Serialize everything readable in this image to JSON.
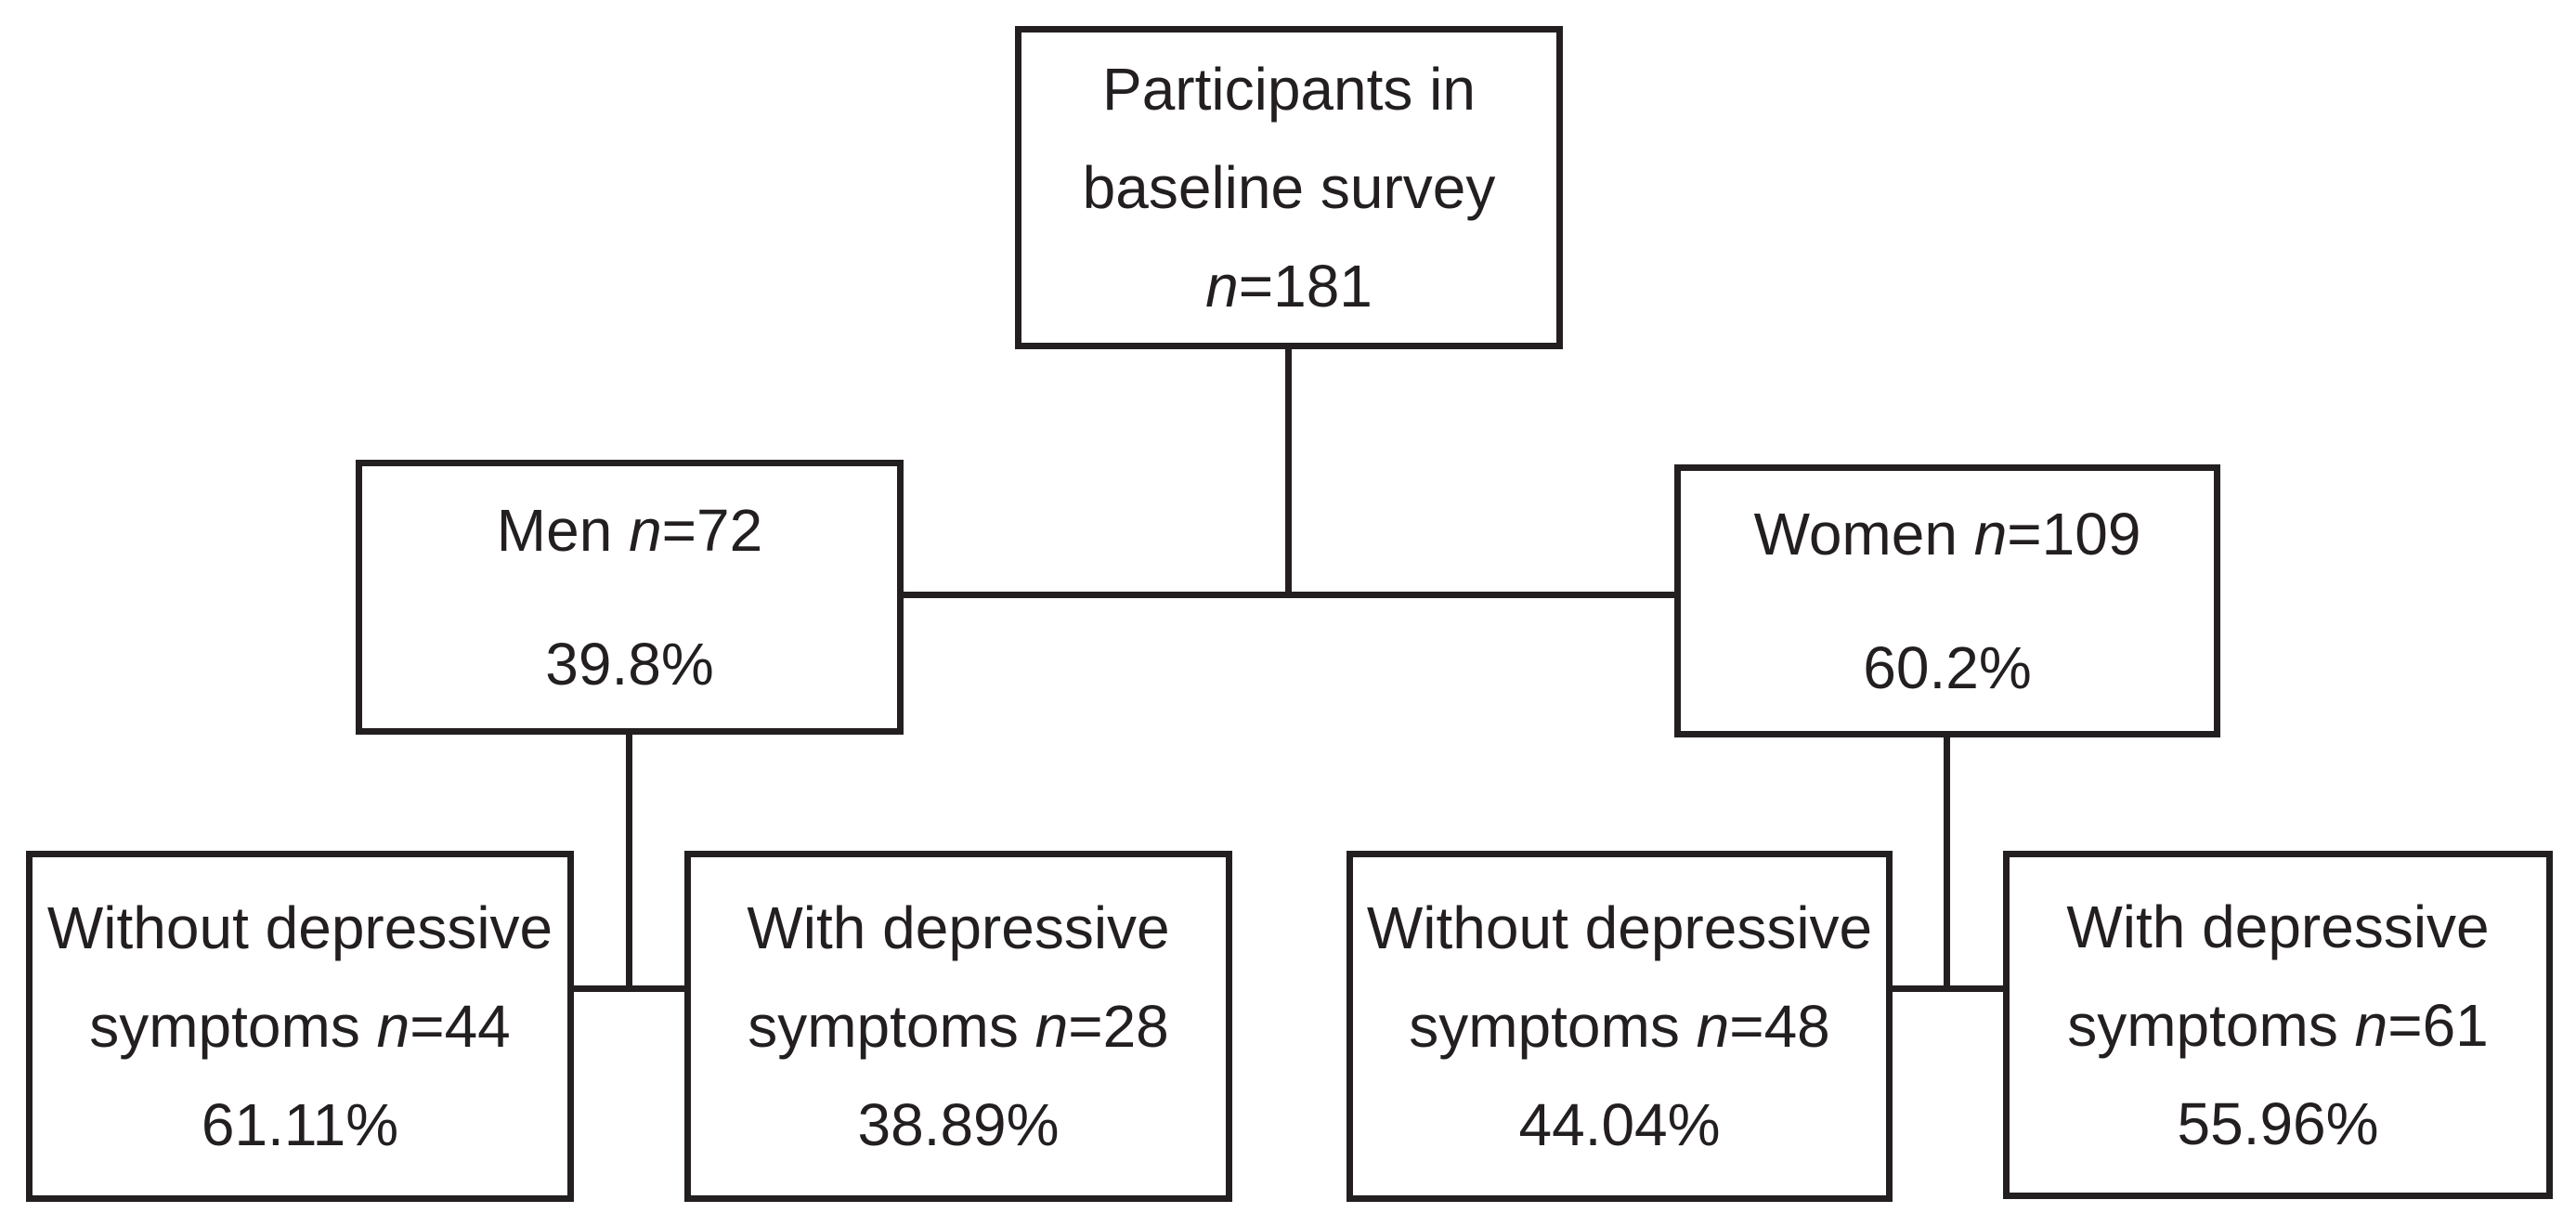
{
  "figure": {
    "background": "#ffffff",
    "ink": "#231f20"
  },
  "boxes": {
    "participants": {
      "lines": [
        [
          {
            "t": "Participants in"
          }
        ],
        [
          {
            "t": "baseline survey"
          }
        ],
        [
          {
            "t": "n",
            "i": true
          },
          {
            "t": "=181"
          }
        ]
      ]
    },
    "men": {
      "lines": [
        [
          {
            "t": "Men "
          },
          {
            "t": "n",
            "i": true
          },
          {
            "t": "=72"
          }
        ],
        [
          {
            "t": "39.8%"
          }
        ]
      ]
    },
    "women": {
      "lines": [
        [
          {
            "t": "Women "
          },
          {
            "t": "n",
            "i": true
          },
          {
            "t": "=109"
          }
        ],
        [
          {
            "t": "60.2%"
          }
        ]
      ]
    },
    "men_without": {
      "lines": [
        [
          {
            "t": "Without depressive"
          }
        ],
        [
          {
            "t": "symptoms "
          },
          {
            "t": "n",
            "i": true
          },
          {
            "t": "=44"
          }
        ],
        [
          {
            "t": "61.11%"
          }
        ]
      ]
    },
    "men_with": {
      "lines": [
        [
          {
            "t": "With depressive"
          }
        ],
        [
          {
            "t": "symptoms "
          },
          {
            "t": "n",
            "i": true
          },
          {
            "t": "=28"
          }
        ],
        [
          {
            "t": "38.89%"
          }
        ]
      ]
    },
    "women_without": {
      "lines": [
        [
          {
            "t": "Without depressive"
          }
        ],
        [
          {
            "t": "symptoms "
          },
          {
            "t": "n",
            "i": true
          },
          {
            "t": "=48"
          }
        ],
        [
          {
            "t": "44.04%"
          }
        ]
      ]
    },
    "women_with": {
      "lines": [
        [
          {
            "t": "With depressive"
          }
        ],
        [
          {
            "t": "symptoms "
          },
          {
            "t": "n",
            "i": true
          },
          {
            "t": "=61"
          }
        ],
        [
          {
            "t": "55.96%"
          }
        ]
      ]
    }
  }
}
